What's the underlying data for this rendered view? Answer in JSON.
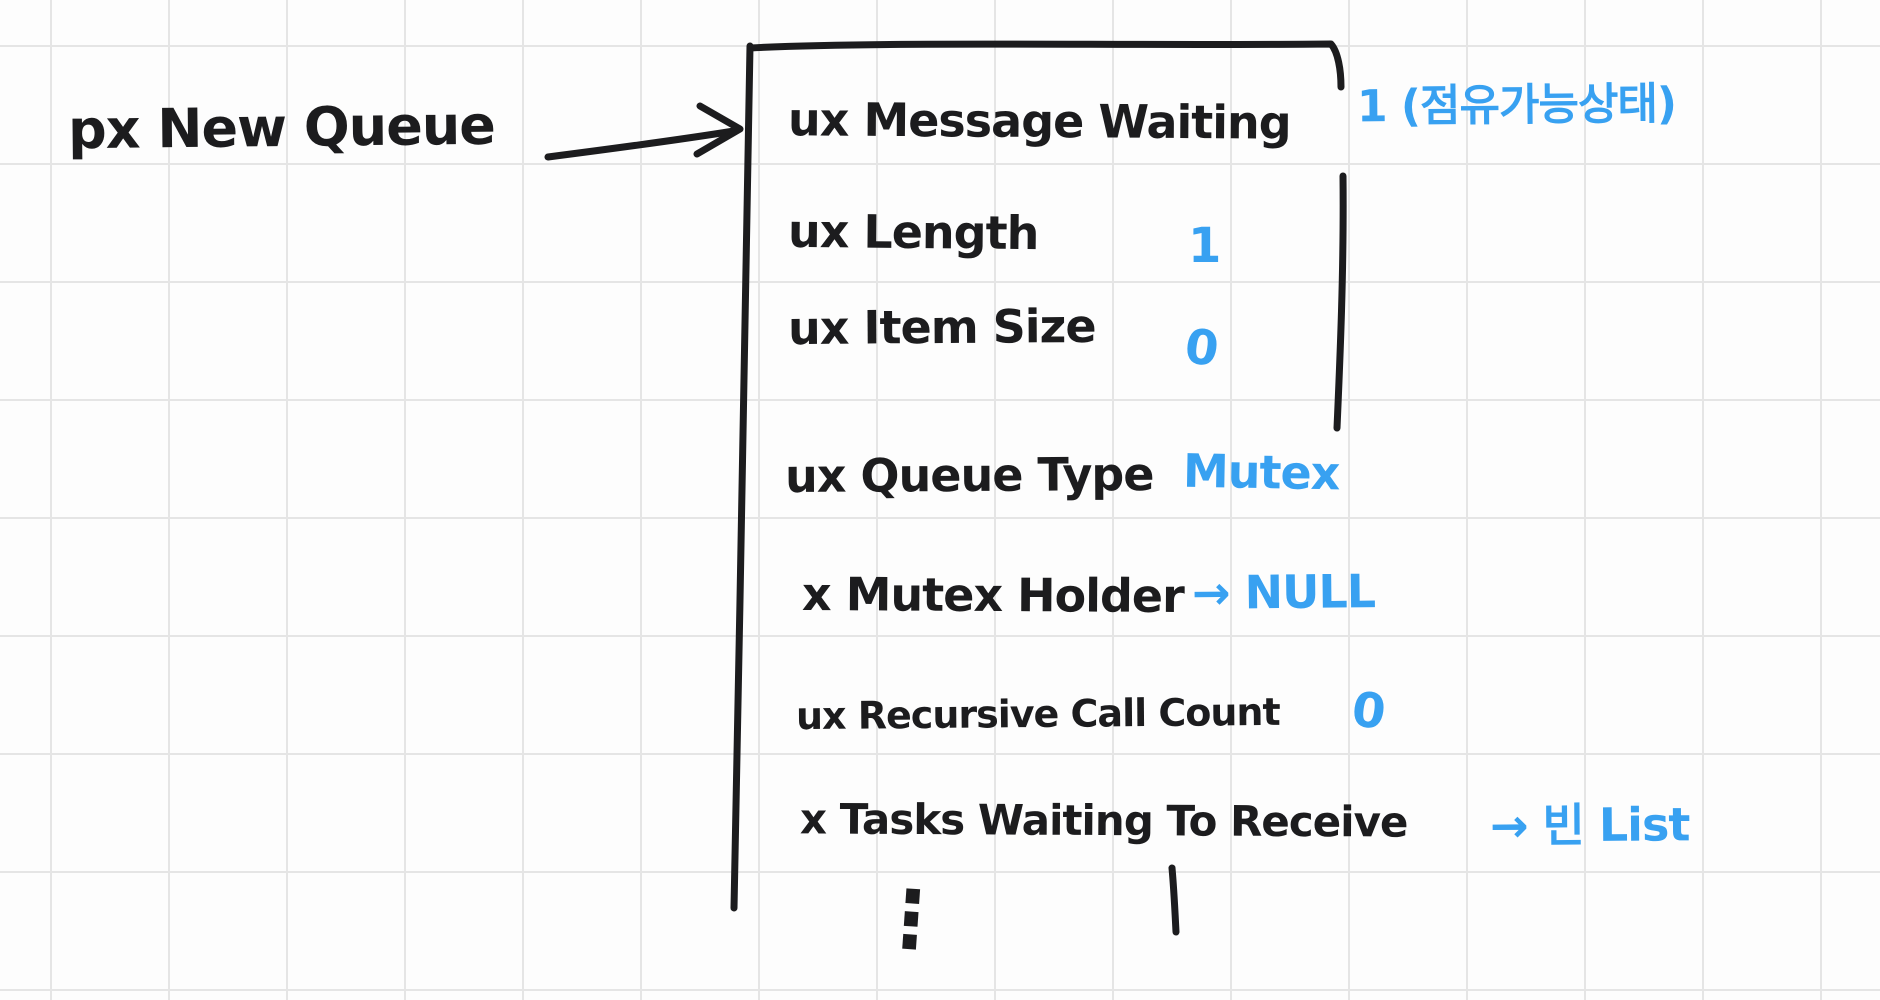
{
  "palette": {
    "ink_black": "#1c1c1e",
    "ink_blue": "#38a1f1",
    "grid_line": "#e5e5e5",
    "paper": "#fdfdfd"
  },
  "diagram": {
    "pointer_label": "px New Queue",
    "struct_rows": [
      {
        "field": "ux Message Waiting",
        "value": "1 (점유가능상태)"
      },
      {
        "field": "ux Length",
        "value": "1"
      },
      {
        "field": "ux Item Size",
        "value": "0"
      },
      {
        "field": "ux Queue Type",
        "value": "Mutex"
      },
      {
        "field": "x Mutex Holder",
        "value": "→ NULL"
      },
      {
        "field": "ux Recursive Call Count",
        "value": "0"
      },
      {
        "field": "x Tasks Waiting To Receive",
        "value": "→ 빈 List"
      }
    ],
    "continuation_mark": "⋮"
  }
}
